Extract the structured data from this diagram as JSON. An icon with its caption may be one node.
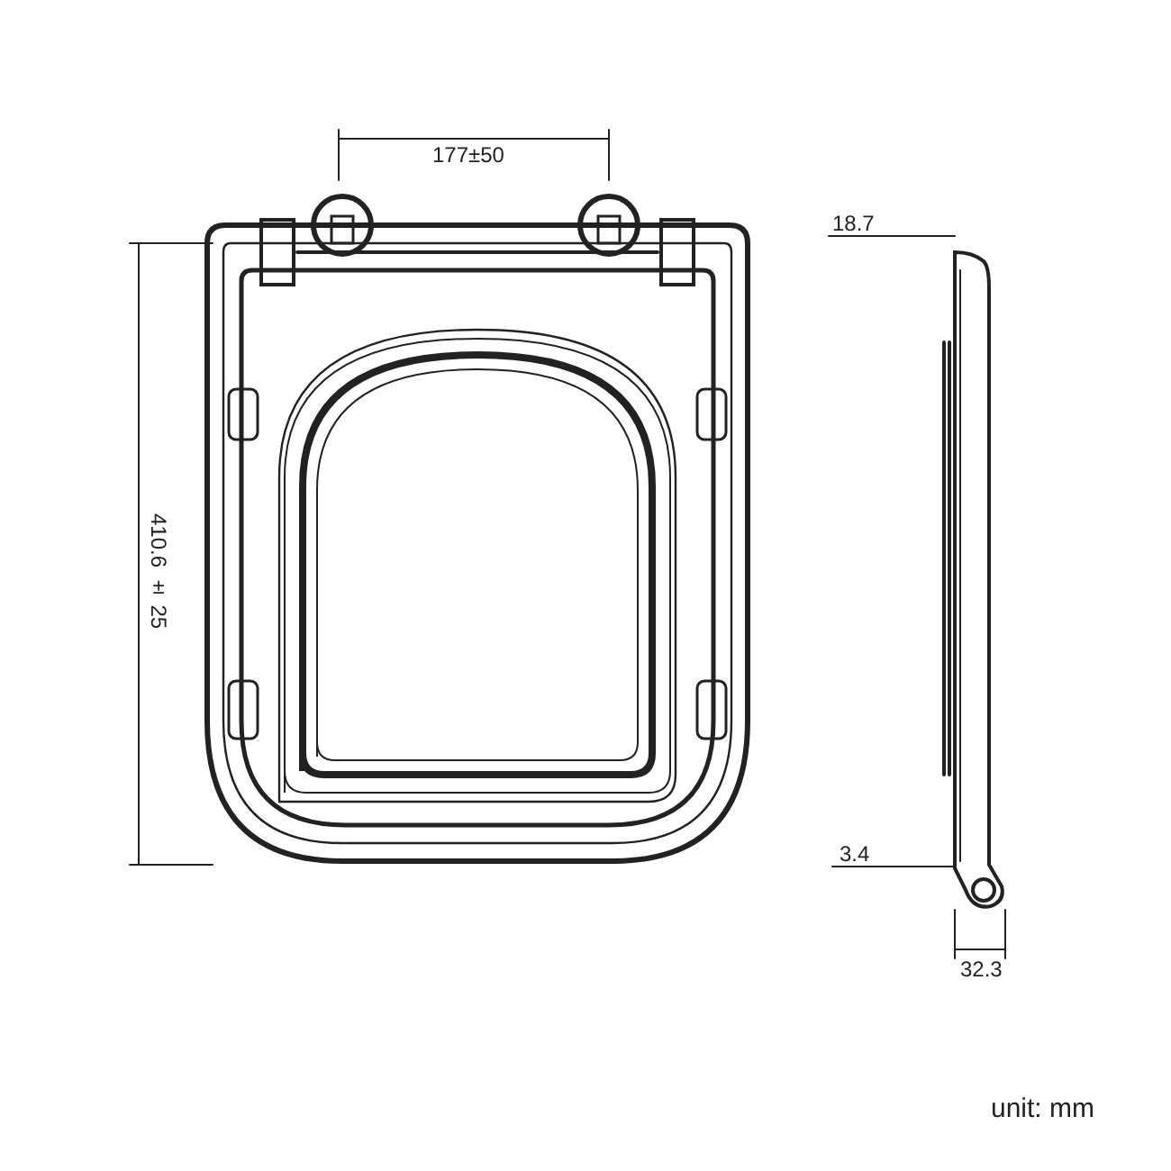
{
  "diagram": {
    "labels": [
      "177±50",
      "18.7",
      "410.6 ± 25",
      "3.4",
      "32.3",
      "unit: mm"
    ]
  }
}
